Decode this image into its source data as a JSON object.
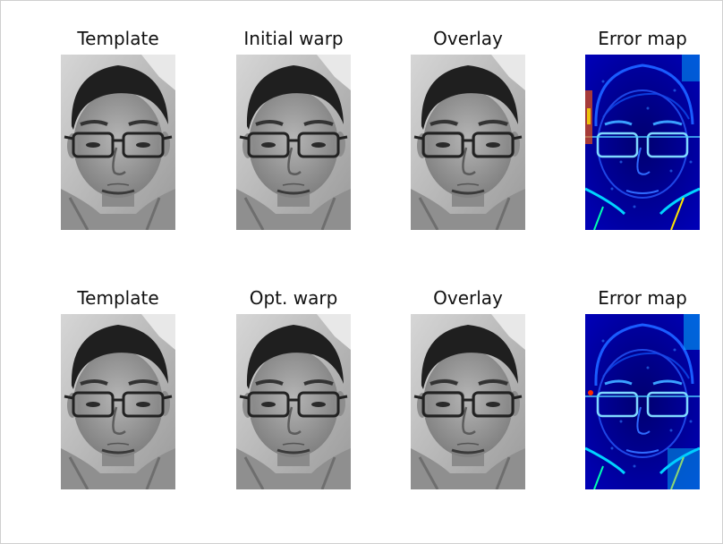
{
  "rows": [
    {
      "panels": [
        {
          "title": "Template",
          "kind": "gray"
        },
        {
          "title": "Initial warp",
          "kind": "gray"
        },
        {
          "title": "Overlay",
          "kind": "overlay"
        },
        {
          "title": "Error map",
          "kind": "error"
        }
      ]
    },
    {
      "panels": [
        {
          "title": "Template",
          "kind": "gray"
        },
        {
          "title": "Opt. warp",
          "kind": "gray"
        },
        {
          "title": "Overlay",
          "kind": "overlay"
        },
        {
          "title": "Error map",
          "kind": "error"
        }
      ]
    }
  ],
  "colors": {
    "error_background": "#00008f",
    "error_hot": "#ff2a00",
    "error_mid": "#00c8ff",
    "gray_light": "#c9c9c9",
    "gray_dark": "#1c1c1c"
  }
}
